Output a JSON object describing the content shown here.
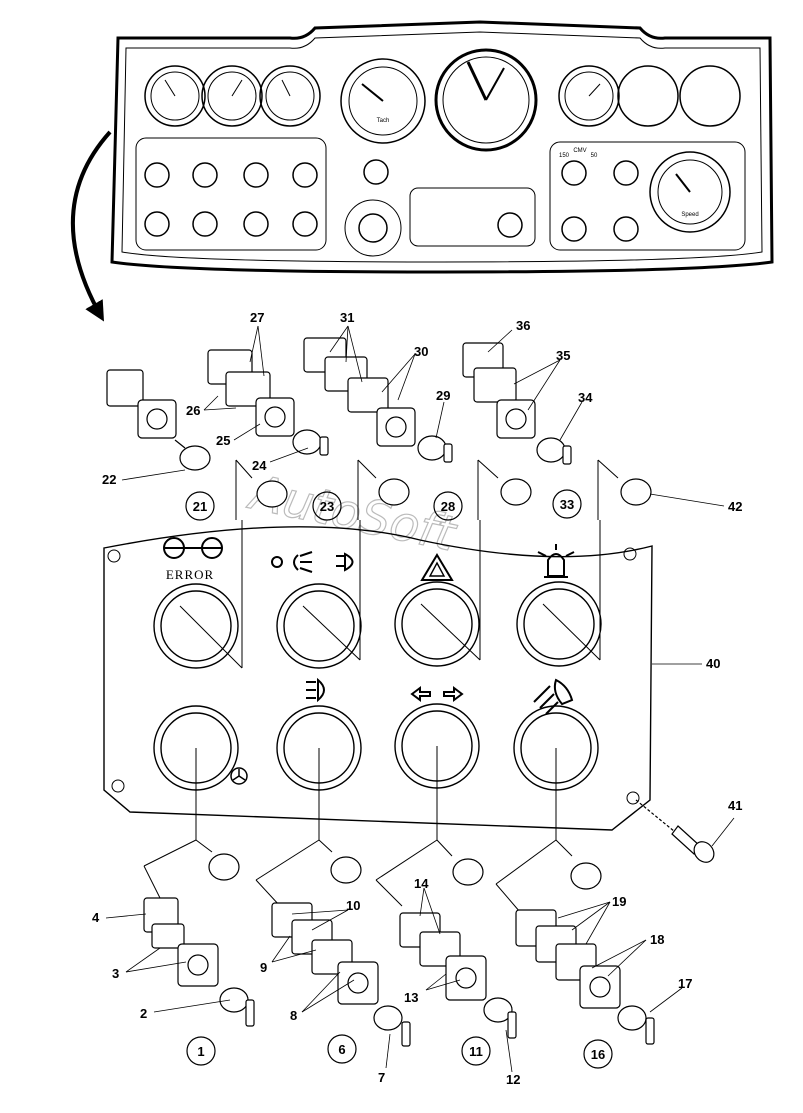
{
  "watermark": "AutoSoft",
  "dashboard": {
    "gauge_captions": [
      "Tach",
      "Speed"
    ],
    "switch_captions": [
      "150",
      "CMV",
      "50"
    ]
  },
  "panel": {
    "error_text": "ERROR",
    "part_number": "40"
  },
  "callouts": {
    "top": [
      "27",
      "26",
      "25",
      "22",
      "24",
      "31",
      "30",
      "29",
      "36",
      "35",
      "34",
      "42"
    ],
    "top_circled": [
      "21",
      "23",
      "28",
      "33"
    ],
    "bottom": [
      "4",
      "3",
      "2",
      "10",
      "9",
      "8",
      "7",
      "14",
      "13",
      "12",
      "19",
      "18",
      "17",
      "41"
    ],
    "bottom_circled": [
      "1",
      "6",
      "11",
      "16"
    ]
  },
  "colors": {
    "line": "#000000",
    "background": "#ffffff",
    "watermark": "#bbbbbb"
  }
}
